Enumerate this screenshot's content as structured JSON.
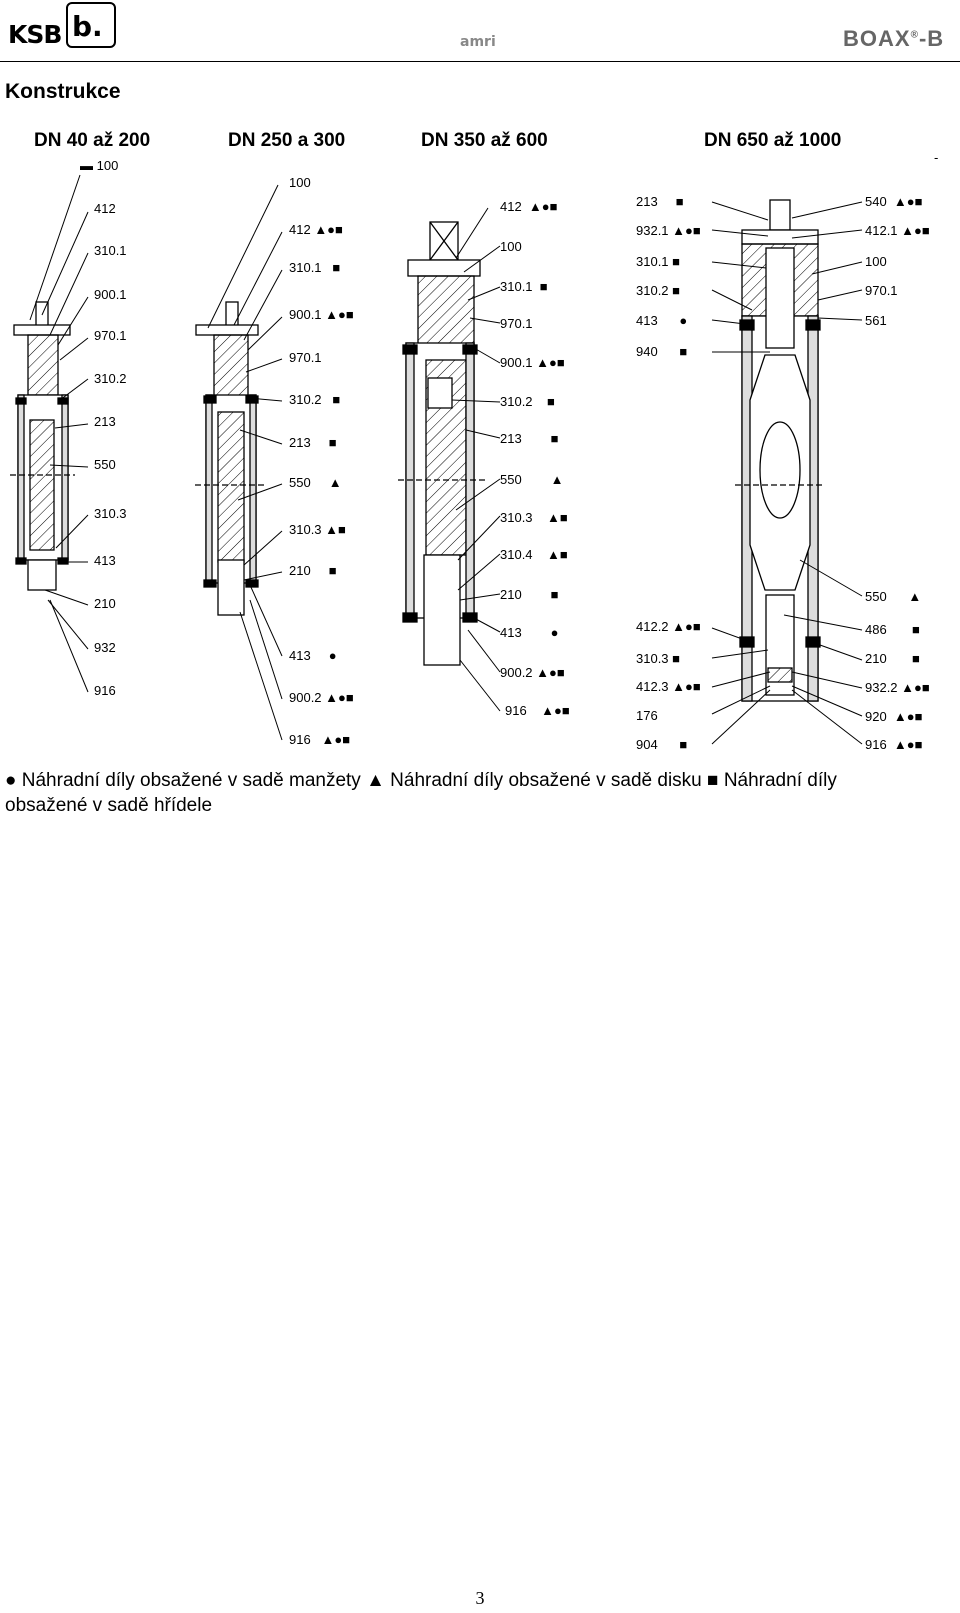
{
  "header": {
    "brand": "KSB",
    "brand_mark": "b.",
    "partner": "amri",
    "product": "BOAX",
    "product_reg": "®",
    "product_suffix": "-B"
  },
  "section_title": "Konstrukce",
  "columns": [
    {
      "title": "DN 40 až 200"
    },
    {
      "title": "DN 250 a 300"
    },
    {
      "title": "DN 350 až 600"
    },
    {
      "title": "DN 650 až 1000"
    }
  ],
  "labels": {
    "c1": [
      "100",
      "412",
      "310.1",
      "900.1",
      "970.1",
      "310.2",
      "213",
      "550",
      "310.3",
      "413",
      "210",
      "932",
      "916"
    ],
    "c2": [
      "100",
      "412",
      "310.1",
      "900.1",
      "970.1",
      "310.2",
      "213",
      "550",
      "310.3",
      "210",
      "413",
      "900.2",
      "916"
    ],
    "c3": [
      "412",
      "100",
      "310.1",
      "970.1",
      "900.1",
      "310.2",
      "213",
      "550",
      "310.3",
      "310.4",
      "210",
      "413",
      "900.2",
      "916"
    ],
    "c4l": [
      "213",
      "932.1",
      "310.1",
      "310.2",
      "413",
      "940",
      "412.2",
      "310.3",
      "412.3",
      "176",
      "904"
    ],
    "c4r": [
      "540",
      "412.1",
      "100",
      "970.1",
      "561",
      "550",
      "486",
      "210",
      "932.2",
      "920",
      "916"
    ]
  },
  "legend": {
    "item1": "Náhradní díly obsažené v sadě manžety",
    "item2": "Náhradní díly obsažené v sadě disku",
    "item3_line1": "Náhradní díly",
    "item3_line2": "obsažené v sadě hřídele"
  },
  "page_number": "3"
}
